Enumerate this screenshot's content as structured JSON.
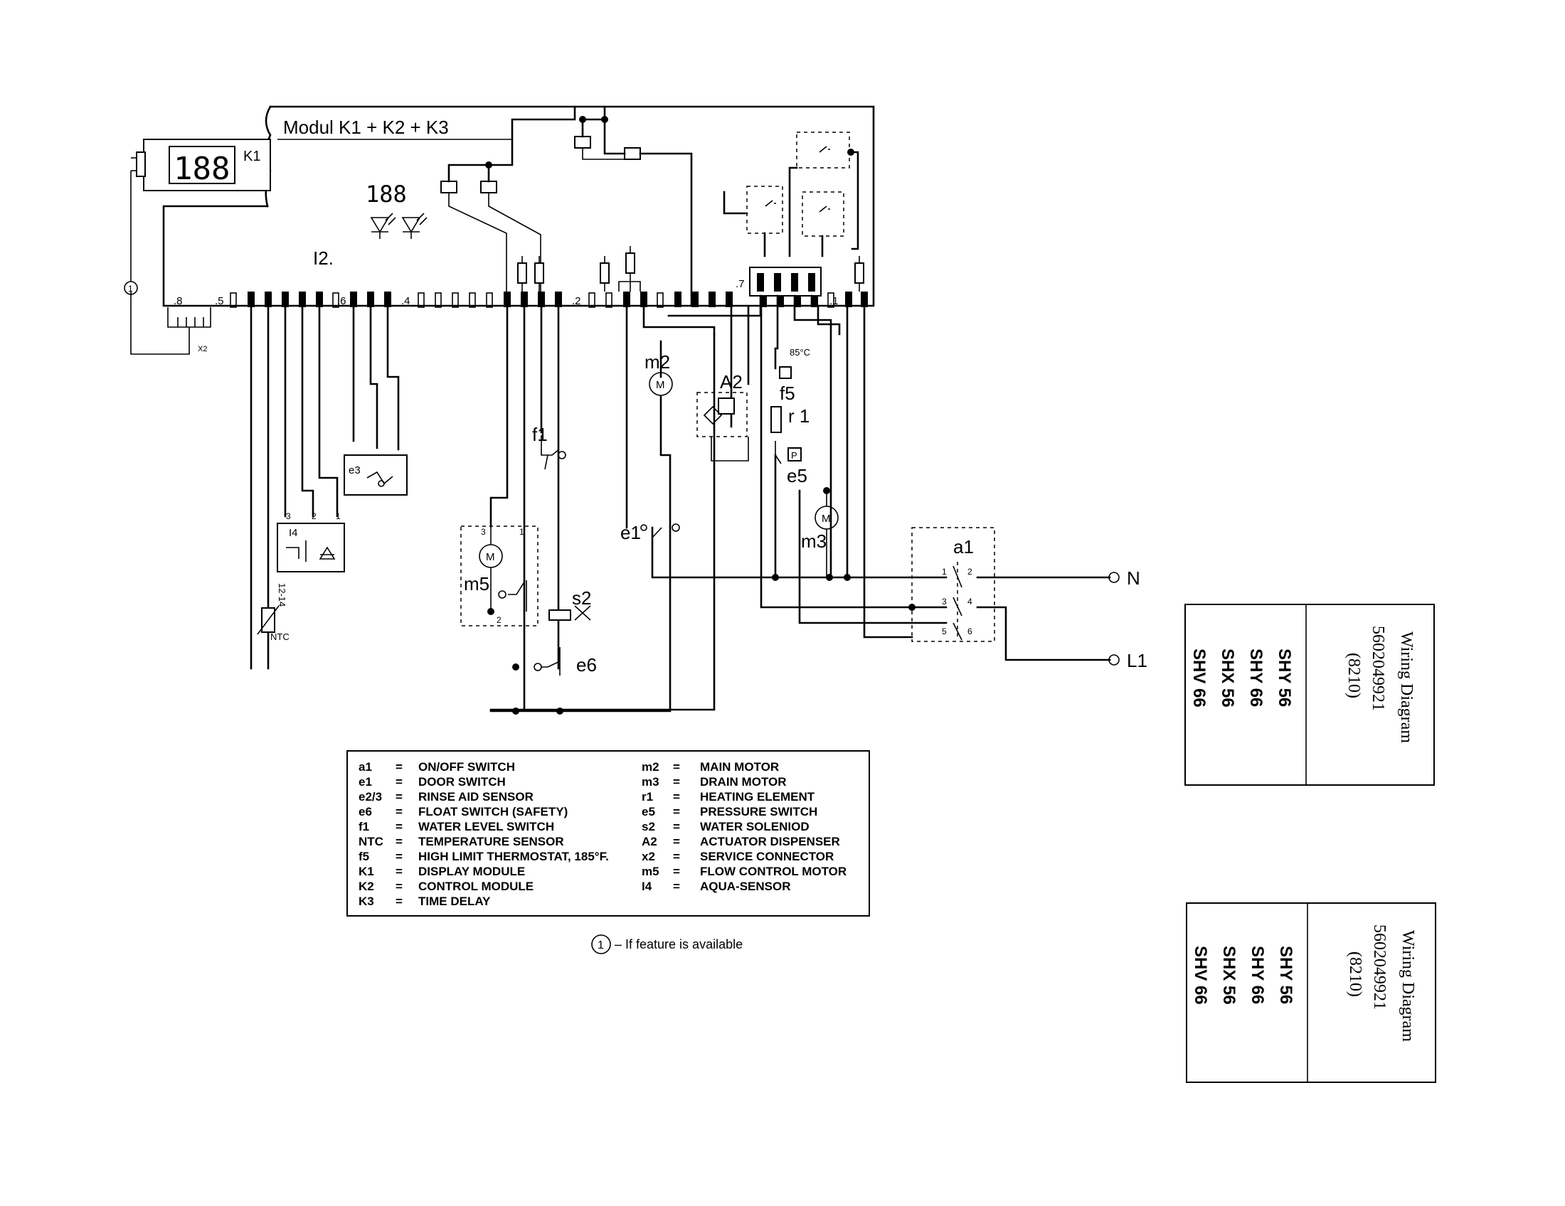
{
  "module": {
    "title": "Modul K1 + K2 + K3",
    "display_label": "K1",
    "display_digits": "188",
    "board_label": "I2.",
    "pin_labels": [
      ".8",
      ".5",
      ".6",
      ".4",
      ".2",
      ".7",
      ".1"
    ],
    "service_label": "X2"
  },
  "components": {
    "f1": "f1",
    "m2": "m2",
    "A2": "A2",
    "f5": "f5",
    "f5_temp": "85°C",
    "r1": "r 1",
    "e5": "e5",
    "e1": "e1",
    "m3": "m3",
    "m5": "m5",
    "s2": "s2",
    "e6": "e6",
    "a1": "a1",
    "e3": "e3",
    "i4": "I4",
    "ntc": "NTC",
    "ntc_pins": "12-14",
    "N": "N",
    "L1": "L1",
    "optional_marker": "1"
  },
  "legend": {
    "left": [
      {
        "code": "a1",
        "eq": "=",
        "desc": "ON/OFF SWITCH"
      },
      {
        "code": "e1",
        "eq": "=",
        "desc": "DOOR SWITCH"
      },
      {
        "code": "e2/3",
        "eq": "=",
        "desc": "RINSE AID SENSOR"
      },
      {
        "code": "e6",
        "eq": "=",
        "desc": "FLOAT SWITCH (SAFETY)"
      },
      {
        "code": "f1",
        "eq": "=",
        "desc": "WATER LEVEL SWITCH"
      },
      {
        "code": "NTC",
        "eq": "=",
        "desc": "TEMPERATURE SENSOR"
      },
      {
        "code": "f5",
        "eq": "=",
        "desc": "HIGH LIMIT THERMOSTAT, 185°F."
      },
      {
        "code": "K1",
        "eq": "=",
        "desc": "DISPLAY MODULE"
      },
      {
        "code": "K2",
        "eq": "=",
        "desc": "CONTROL MODULE"
      },
      {
        "code": "K3",
        "eq": "=",
        "desc": "TIME DELAY"
      }
    ],
    "right": [
      {
        "code": "m2",
        "eq": "=",
        "desc": "MAIN MOTOR"
      },
      {
        "code": "m3",
        "eq": "=",
        "desc": "DRAIN MOTOR"
      },
      {
        "code": "r1",
        "eq": "=",
        "desc": "HEATING ELEMENT"
      },
      {
        "code": "e5",
        "eq": "=",
        "desc": "PRESSURE SWITCH"
      },
      {
        "code": "s2",
        "eq": "=",
        "desc": "WATER SOLENIOD"
      },
      {
        "code": "A2",
        "eq": "=",
        "desc": "ACTUATOR DISPENSER"
      },
      {
        "code": "x2",
        "eq": "=",
        "desc": "SERVICE CONNECTOR"
      },
      {
        "code": "m5",
        "eq": "=",
        "desc": "FLOW CONTROL MOTOR"
      },
      {
        "code": "I4",
        "eq": "=",
        "desc": "AQUA-SENSOR"
      }
    ],
    "footnote_marker": "1",
    "footnote": "– If feature is available"
  },
  "title_blocks": [
    {
      "title": "Wiring Diagram",
      "number": "5602049921",
      "code": "(8210)",
      "models": [
        "SHY 56",
        "SHY 66",
        "SHX 56",
        "SHV 66"
      ]
    },
    {
      "title": "Wiring Diagram",
      "number": "5602049921",
      "code": "(8210)",
      "models": [
        "SHY 56",
        "SHY 66",
        "SHX 56",
        "SHV 66"
      ]
    }
  ]
}
